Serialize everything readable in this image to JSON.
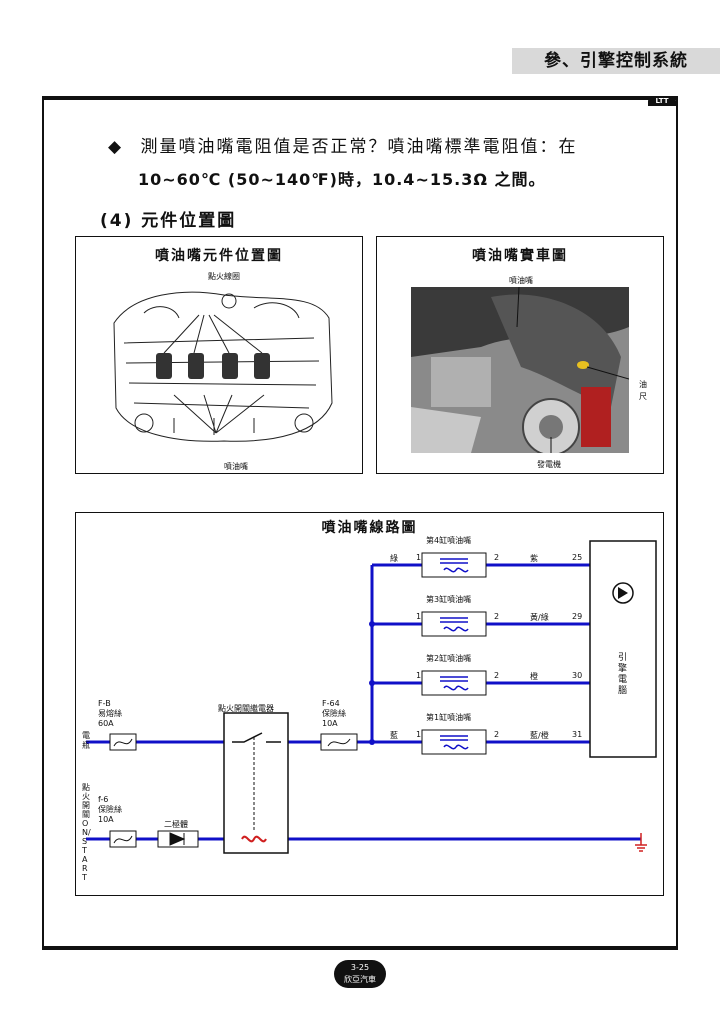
{
  "header": {
    "chapter": "參、引擎控制系統",
    "corner_logo": "LTT"
  },
  "content": {
    "bullet_marker": "◆",
    "bullet_text": "測量噴油嘴電阻值是否正常？噴油嘴標準電阻值：在",
    "bullet_text2": "10~60℃ (50~140℉)時，10.4~15.3Ω 之間。",
    "section_heading": "(4) 元件位置圖"
  },
  "location_panel": {
    "title": "噴油嘴元件位置圖",
    "top_label": "點火線圈",
    "bottom_label": "噴油嘴"
  },
  "photo_panel": {
    "title": "噴油嘴實車圖",
    "injector_label": "噴油嘴",
    "dipstick_label": "油尺",
    "alternator_label": "發電機"
  },
  "circuit": {
    "title": "噴油嘴線路圖",
    "left_top": {
      "fuse_id": "F-B",
      "fuse_name": "易熔絲",
      "rating": "60A",
      "source": "電瓶"
    },
    "left_bottom": {
      "fuse_id": "f-6",
      "fuse_name": "保險絲",
      "rating": "10A",
      "source": "點火開關 ON/START"
    },
    "diode_label": "二極體",
    "relay_label": "點火開關繼電器",
    "mid_fuse": {
      "fuse_id": "F-64",
      "fuse_name": "保險絲",
      "rating": "10A"
    },
    "ecm_label": "引擎電腦",
    "injectors": [
      {
        "name": "第4缸噴油嘴",
        "pin_in": "1",
        "pin_out": "2",
        "wire_in": "綠",
        "wire_out": "紫",
        "ecm_pin": "25"
      },
      {
        "name": "第3缸噴油嘴",
        "pin_in": "1",
        "pin_out": "2",
        "wire_in": "",
        "wire_out": "黃/綠",
        "ecm_pin": "29"
      },
      {
        "name": "第2缸噴油嘴",
        "pin_in": "1",
        "pin_out": "2",
        "wire_in": "",
        "wire_out": "橙",
        "ecm_pin": "30"
      },
      {
        "name": "第1缸噴油嘴",
        "pin_in": "1",
        "pin_out": "2",
        "wire_in": "藍",
        "wire_out": "藍/橙",
        "ecm_pin": "31"
      }
    ],
    "colors": {
      "wire": "#1010c8",
      "accent": "#d02020"
    }
  },
  "footer": {
    "page_number": "3-25",
    "publisher": "欣亞汽車"
  }
}
